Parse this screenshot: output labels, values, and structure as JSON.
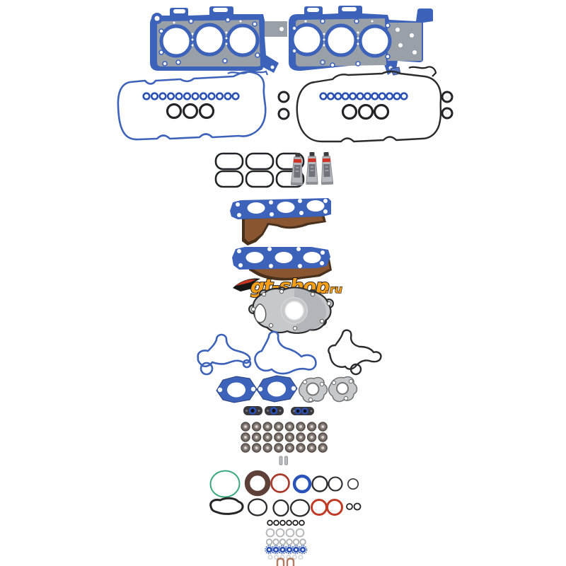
{
  "watermark": {
    "main": "gt-shop",
    "suffix": ".ru"
  },
  "palette": {
    "bg": "#ffffff",
    "blue": "#3d62ba",
    "blue2": "#2b51b5",
    "gray": "#99a0a8",
    "copper": "#8a5631",
    "copper_dark": "#47301c",
    "silver": "#c6c9cc",
    "silver_dark": "#9aa0a4",
    "rubber": "#2c2c2f",
    "brown": "#5d4037",
    "red": "#b13a2c",
    "green": "#3aa87c",
    "orange": "#f59e18",
    "flame_red": "#d93a22",
    "tube_gray": "#b6b9bd"
  },
  "items": [
    {
      "name": "cylinder head gasket",
      "count": 2,
      "color_key": "blue"
    },
    {
      "name": "valve cover gasket",
      "count": 2,
      "color_key": "blue"
    },
    {
      "name": "valve cover bolt grommet",
      "count": 24,
      "color_key": "blue2"
    },
    {
      "name": "spark plug tube seal",
      "count": 6,
      "color_key": "rubber"
    },
    {
      "name": "camshaft o-ring",
      "count": 4,
      "color_key": "rubber"
    },
    {
      "name": "intake port oval gasket",
      "count": 6,
      "color_key": "rubber"
    },
    {
      "name": "rtv sealant tube",
      "count": 3,
      "color_key": "tube_gray"
    },
    {
      "name": "exhaust manifold gasket with heat shield",
      "count": 2,
      "color_key": "copper"
    },
    {
      "name": "water pump mounting plate with gasket",
      "count": 1,
      "color_key": "silver"
    },
    {
      "name": "front cover gasket",
      "count": 3,
      "color_key": "blue"
    },
    {
      "name": "throttle body gasket",
      "count": 2,
      "color_key": "blue"
    },
    {
      "name": "egr metal gasket",
      "count": 2,
      "color_key": "silver"
    },
    {
      "name": "water outlet flange gasket",
      "count": 3,
      "color_key": "rubber"
    },
    {
      "name": "valve stem seal",
      "count": 24,
      "color_key": "brown"
    },
    {
      "name": "dowel pin",
      "count": 2,
      "color_key": "silver"
    },
    {
      "name": "o-ring seal assortment",
      "count": 14,
      "color_key": "red"
    },
    {
      "name": "small hardware rings",
      "count": 28,
      "color_key": "gray"
    },
    {
      "name": "copper clip",
      "count": 2,
      "color_key": "copper"
    }
  ]
}
